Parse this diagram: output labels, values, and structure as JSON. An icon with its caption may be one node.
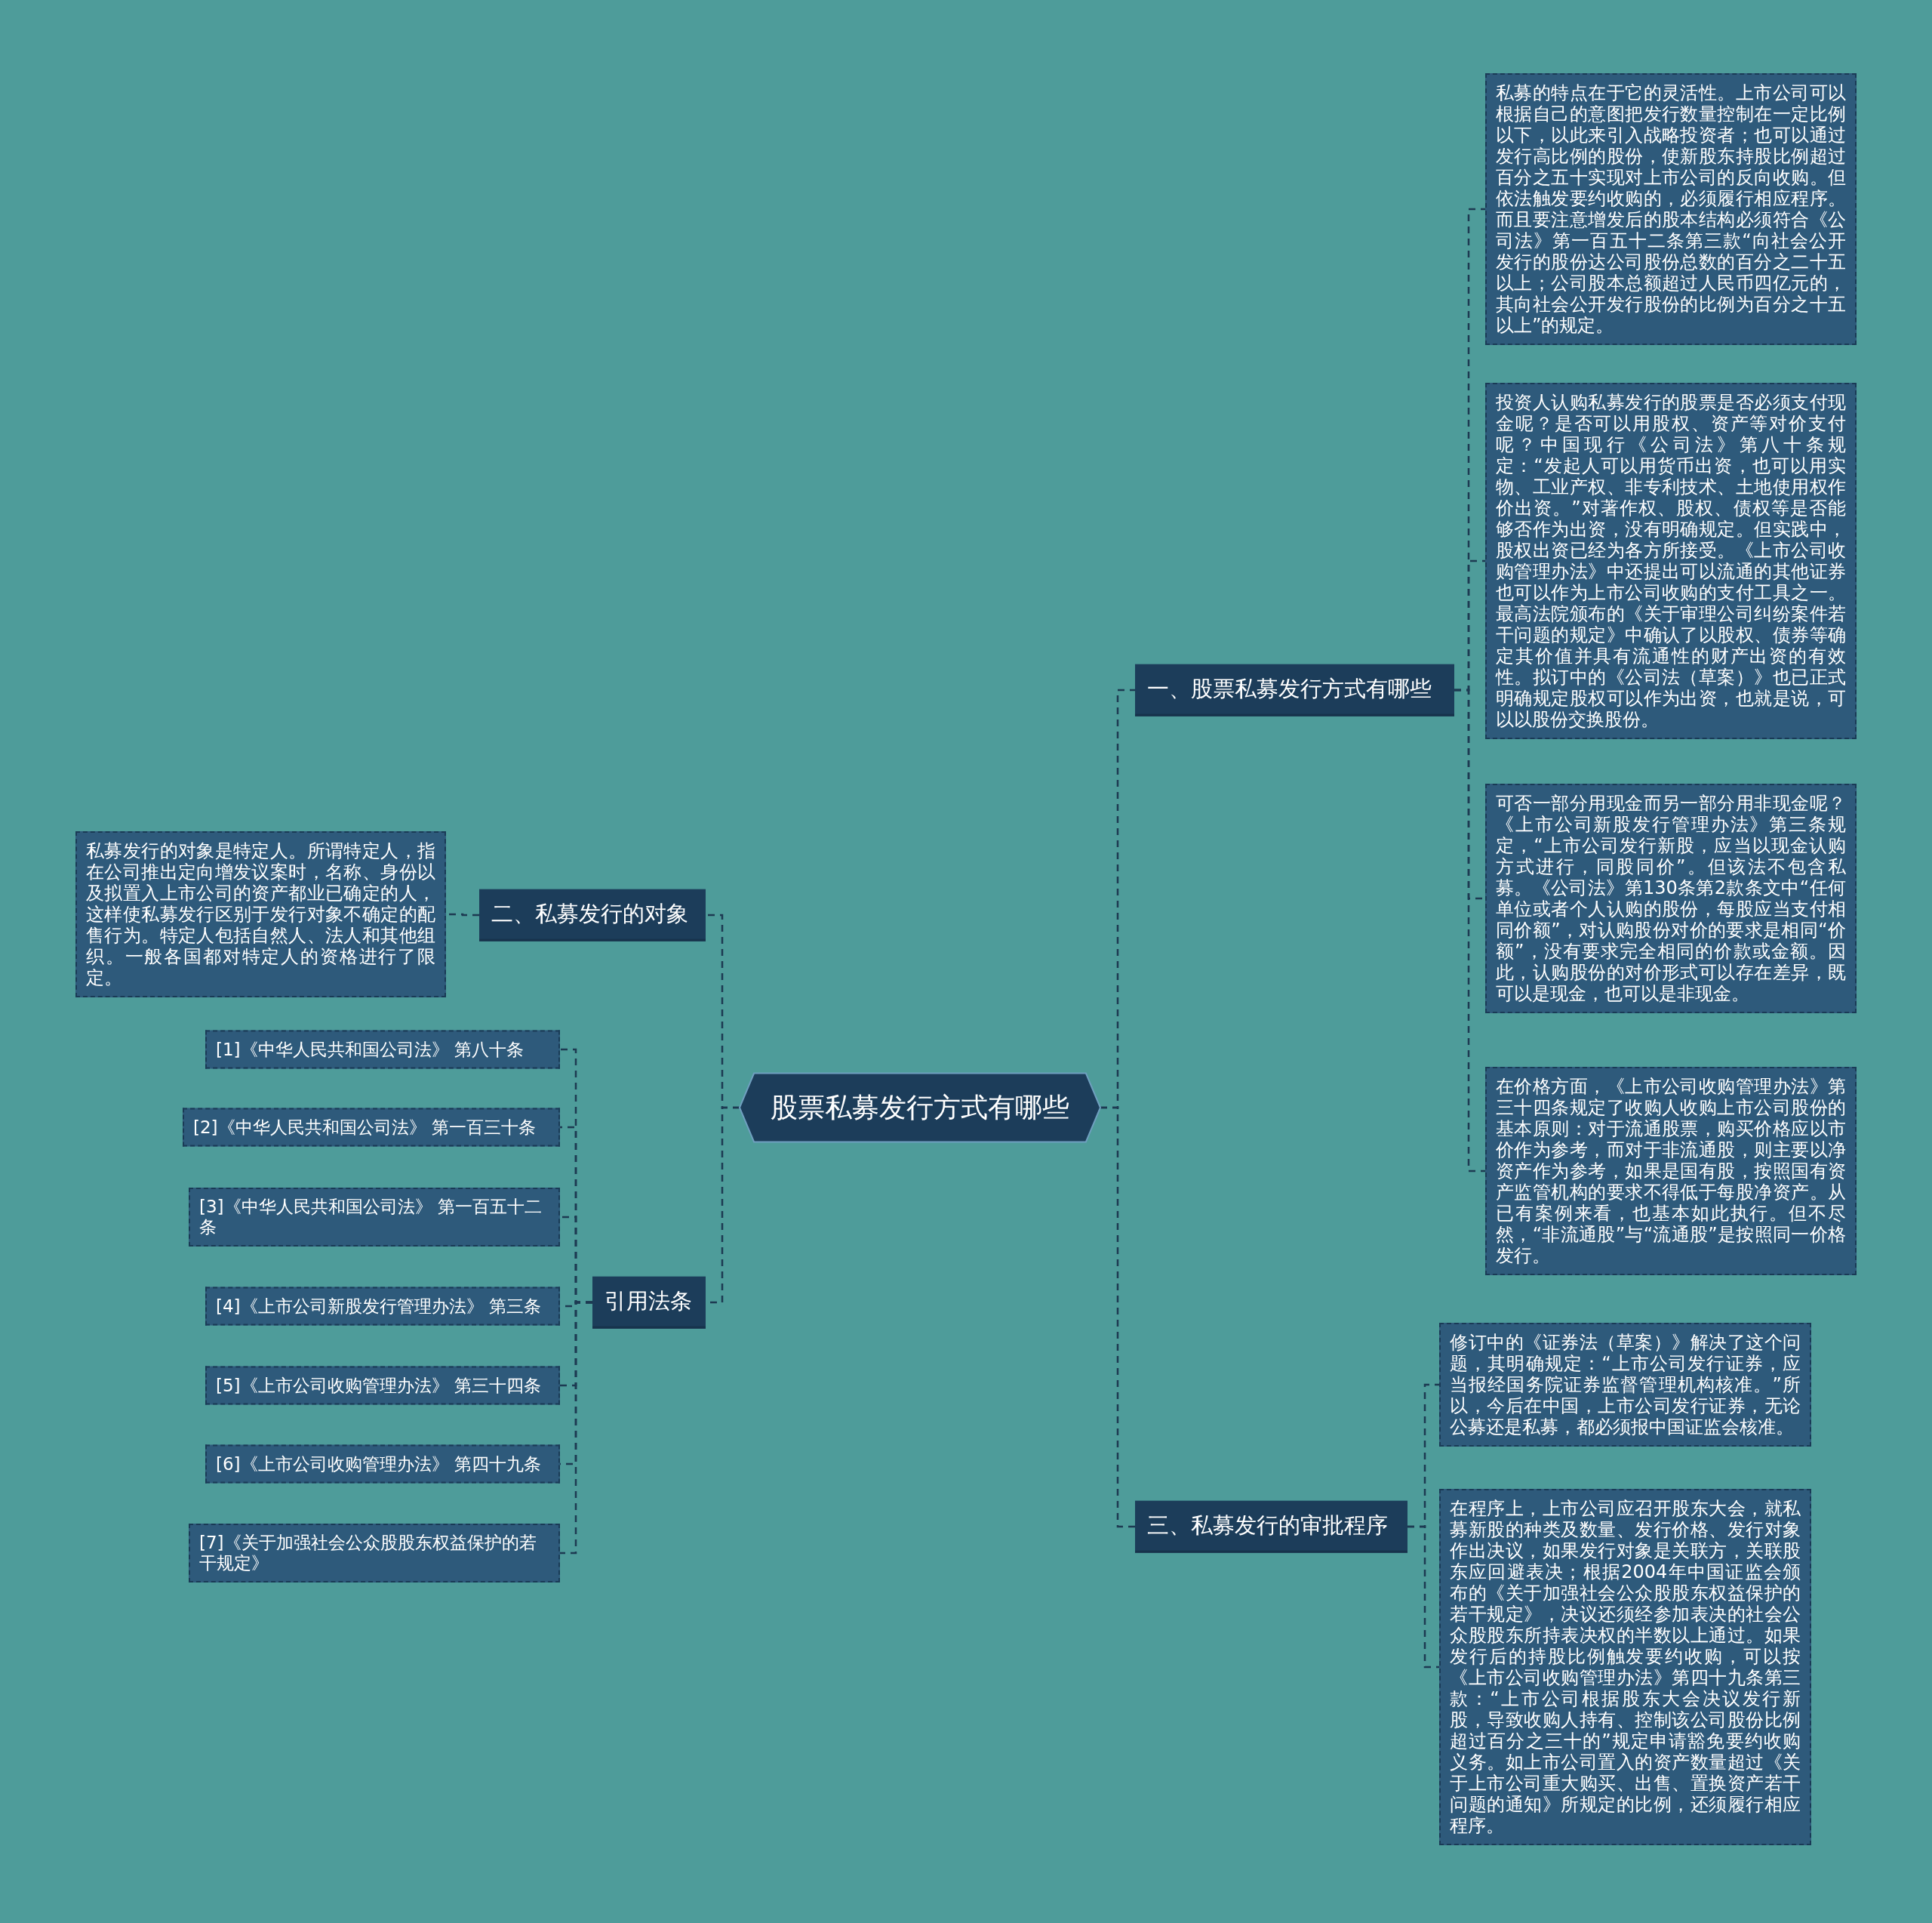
{
  "diagram": {
    "nodes": [
      {
        "text": [
          "股票私募发行方式有哪些"
        ]
      },
      {
        "text": [
          "一、股票私募发行方式有哪些"
        ]
      },
      {
        "text": [
          "私募的特点在于它的灵活性。上市公司可以根据自己的意图把发行数量控制在一定比例以下，以此来引入战略投资者；也可以通过发行高比例的股份，使新股东持股比例超过百分之五十实现对上市公司的反向收购。但依法触发要约收购的，必须履行相应程序。而且要注意增发后的股本结构必须符合《公司法》第一百五十二条第三款“向社会公开发行的股份达公司股份总数的百分之二十五以上；公司股本总额超过人民币四亿元的，其向社会公开发行股份的比例为百分之十五以上”的规定。"
        ]
      },
      {
        "text": [
          "投资人认购私募发行的股票是否必须支付现金呢？是否可以用股权、资产等对价支付呢？中国现行《公司法》第八十条规定：“发起人可以用货币出资，也可以用实物、工业产权、非专利技术、土地使用权作价出资。”对著作权、股权、债权等是否能够否作为出资，没有明确规定。但实践中，股权出资已经为各方所接受。《上市公司收购管理办法》中还提出可以流通的其他证券也可以作为上市公司收购的支付工具之一。最高法院颁布的《关于审理公司纠纷案件若干问题的规定》中确认了以股权、债券等确定其价值并具有流通性的财产出资的有效性。拟订中的《公司法（草案）》也已正式明确规定股权可以作为出资，也就是说，可以以股份交换股份。"
        ]
      },
      {
        "text": [
          "可否一部分用现金而另一部分用非现金呢？《上市公司新股发行管理办法》第三条规定，“上市公司发行新股，应当以现金认购方式进行，同股同价”。但该法不包含私募。《公司法》第130条第2款条文中“任何单位或者个人认购的股份，每股应当支付相同价额”，对认购股份对价的要求是相同“价额”，没有要求完全相同的价款或金额。因此，认购股份的对价形式可以存在差异，既可以是现金，也可以是非现金。"
        ]
      },
      {
        "text": [
          "在价格方面，《上市公司收购管理办法》第三十四条规定了收购人收购上市公司股份的基本原则：对于流通股票，购买价格应以市价作为参考，而对于非流通股，则主要以净资产作为参考，如果是国有股，按照国有资产监管机构的要求不得低于每股净资产。从已有案例来看，也基本如此执行。但不尽然，“非流通股”与“流通股”是按照同一价格发行。"
        ]
      },
      {
        "text": [
          "二、私募发行的对象"
        ]
      },
      {
        "text": [
          "私募发行的对象是特定人。所谓特定人，指在公司推出定向增发议案时，名称、身份以及拟置入上市公司的资产都业已确定的人，这样使私募发行区别于发行对象不确定的配售行为。特定人包括自然人、法人和其他组织。一般各国都对特定人的资格进行了限定。"
        ]
      },
      {
        "text": [
          "引用法条"
        ]
      },
      {
        "text": [
          "[1]《中华人民共和国公司法》 第八十条"
        ]
      },
      {
        "text": [
          "[2]《中华人民共和国公司法》 第一百三十条"
        ]
      },
      {
        "text": [
          "[3]《中华人民共和国公司法》 第一百五十二条"
        ]
      },
      {
        "text": [
          "[4]《上市公司新股发行管理办法》 第三条"
        ]
      },
      {
        "text": [
          "[5]《上市公司收购管理办法》 第三十四条"
        ]
      },
      {
        "text": [
          "[6]《上市公司收购管理办法》 第四十九条"
        ]
      },
      {
        "text": [
          "[7]《关于加强社会公众股股东权益保护的若干规定》"
        ]
      },
      {
        "text": [
          "三、私募发行的审批程序"
        ]
      },
      {
        "text": [
          "修订中的《证券法（草案）》解决了这个问题，其明确规定：“上市公司发行证券，应当报经国务院证券监督管理机构核准。”所以，今后在中国，上市公司发行证券，无论公募还是私募，都必须报中国证监会核准。"
        ]
      },
      {
        "text": [
          "在程序上，上市公司应召开股东大会，就私募新股的种类及数量、发行价格、发行对象作出决议，如果发行对象是关联方，关联股东应回避表决；根据2004年中国证监会颁布的《关于加强社会公众股股东权益保护的若干规定》，决议还须经参加表决的社会公众股股东所持表决权的半数以上通过。如果发行后的持股比例触发要约收购，可以按《上市公司收购管理办法》第四十九条第三款：“上市公司根据股东大会决议发行新股，导致收购人持有、控制该公司股份比例超过百分之三十的”规定申请豁免要约收购义务。如上市公司置入的资产数量超过《关于上市公司重大购买、出售、置换资产若干问题的通知》所规定的比例，还须履行相应程序。"
        ]
      }
    ],
    "edges": [
      {
        "from": 0,
        "to": 1,
        "arrow": "none",
        "style": "dashed"
      },
      {
        "from": 1,
        "to": 2,
        "arrow": "none",
        "style": "dashed"
      },
      {
        "from": 1,
        "to": 3,
        "arrow": "none",
        "style": "dashed"
      },
      {
        "from": 1,
        "to": 4,
        "arrow": "none",
        "style": "dashed"
      },
      {
        "from": 1,
        "to": 5,
        "arrow": "none",
        "style": "dashed"
      },
      {
        "from": 0,
        "to": 6,
        "arrow": "none",
        "style": "dashed"
      },
      {
        "from": 6,
        "to": 7,
        "arrow": "none",
        "style": "dashed"
      },
      {
        "from": 0,
        "to": 8,
        "arrow": "none",
        "style": "dashed"
      },
      {
        "from": 8,
        "to": 9,
        "arrow": "none",
        "style": "dashed"
      },
      {
        "from": 8,
        "to": 10,
        "arrow": "none",
        "style": "dashed"
      },
      {
        "from": 8,
        "to": 11,
        "arrow": "none",
        "style": "dashed"
      },
      {
        "from": 8,
        "to": 12,
        "arrow": "none",
        "style": "dashed"
      },
      {
        "from": 8,
        "to": 13,
        "arrow": "none",
        "style": "dashed"
      },
      {
        "from": 8,
        "to": 14,
        "arrow": "none",
        "style": "dashed"
      },
      {
        "from": 8,
        "to": 15,
        "arrow": "none",
        "style": "dashed"
      },
      {
        "from": 0,
        "to": 16,
        "arrow": "none",
        "style": "dashed"
      },
      {
        "from": 16,
        "to": 17,
        "arrow": "none",
        "style": "dashed"
      },
      {
        "from": 16,
        "to": 18,
        "arrow": "none",
        "style": "dashed"
      }
    ]
  }
}
